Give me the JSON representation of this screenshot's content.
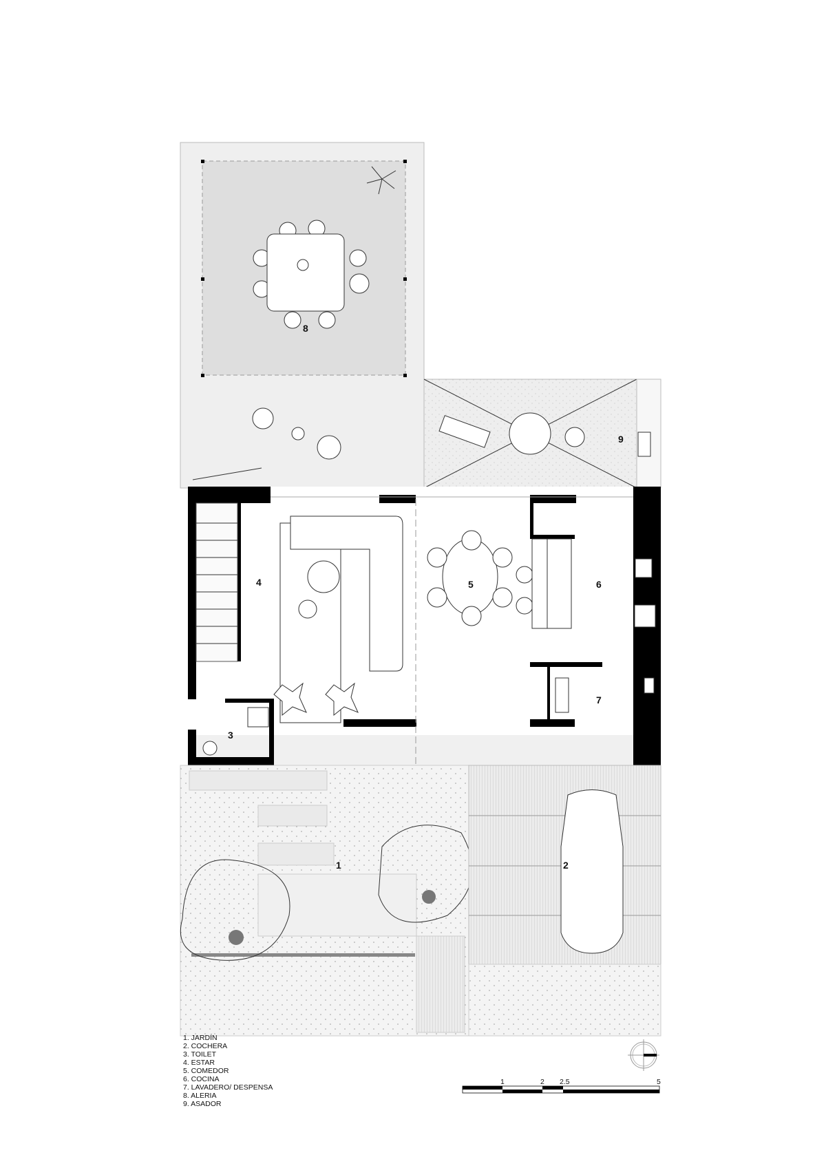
{
  "plan": {
    "room_labels": [
      "1",
      "2",
      "3",
      "4",
      "5",
      "6",
      "7",
      "8",
      "9"
    ],
    "legend": [
      "1. JARDÍN",
      "2. COCHERA",
      "3. TOILET",
      "4. ESTAR",
      "5. COMEDOR",
      "6. COCINA",
      "7. LAVADERO/ DESPENSA",
      "8. ALERIA",
      "9. ASADOR"
    ],
    "scale_bar": {
      "ticks": [
        "1",
        "2",
        "2.5",
        "5"
      ]
    },
    "north_icon": "north-arrow-icon",
    "colors": {
      "wall": "#000000",
      "terrace": "#e6e6e6",
      "paving": "#f2f2f2",
      "line": "#333333"
    }
  }
}
